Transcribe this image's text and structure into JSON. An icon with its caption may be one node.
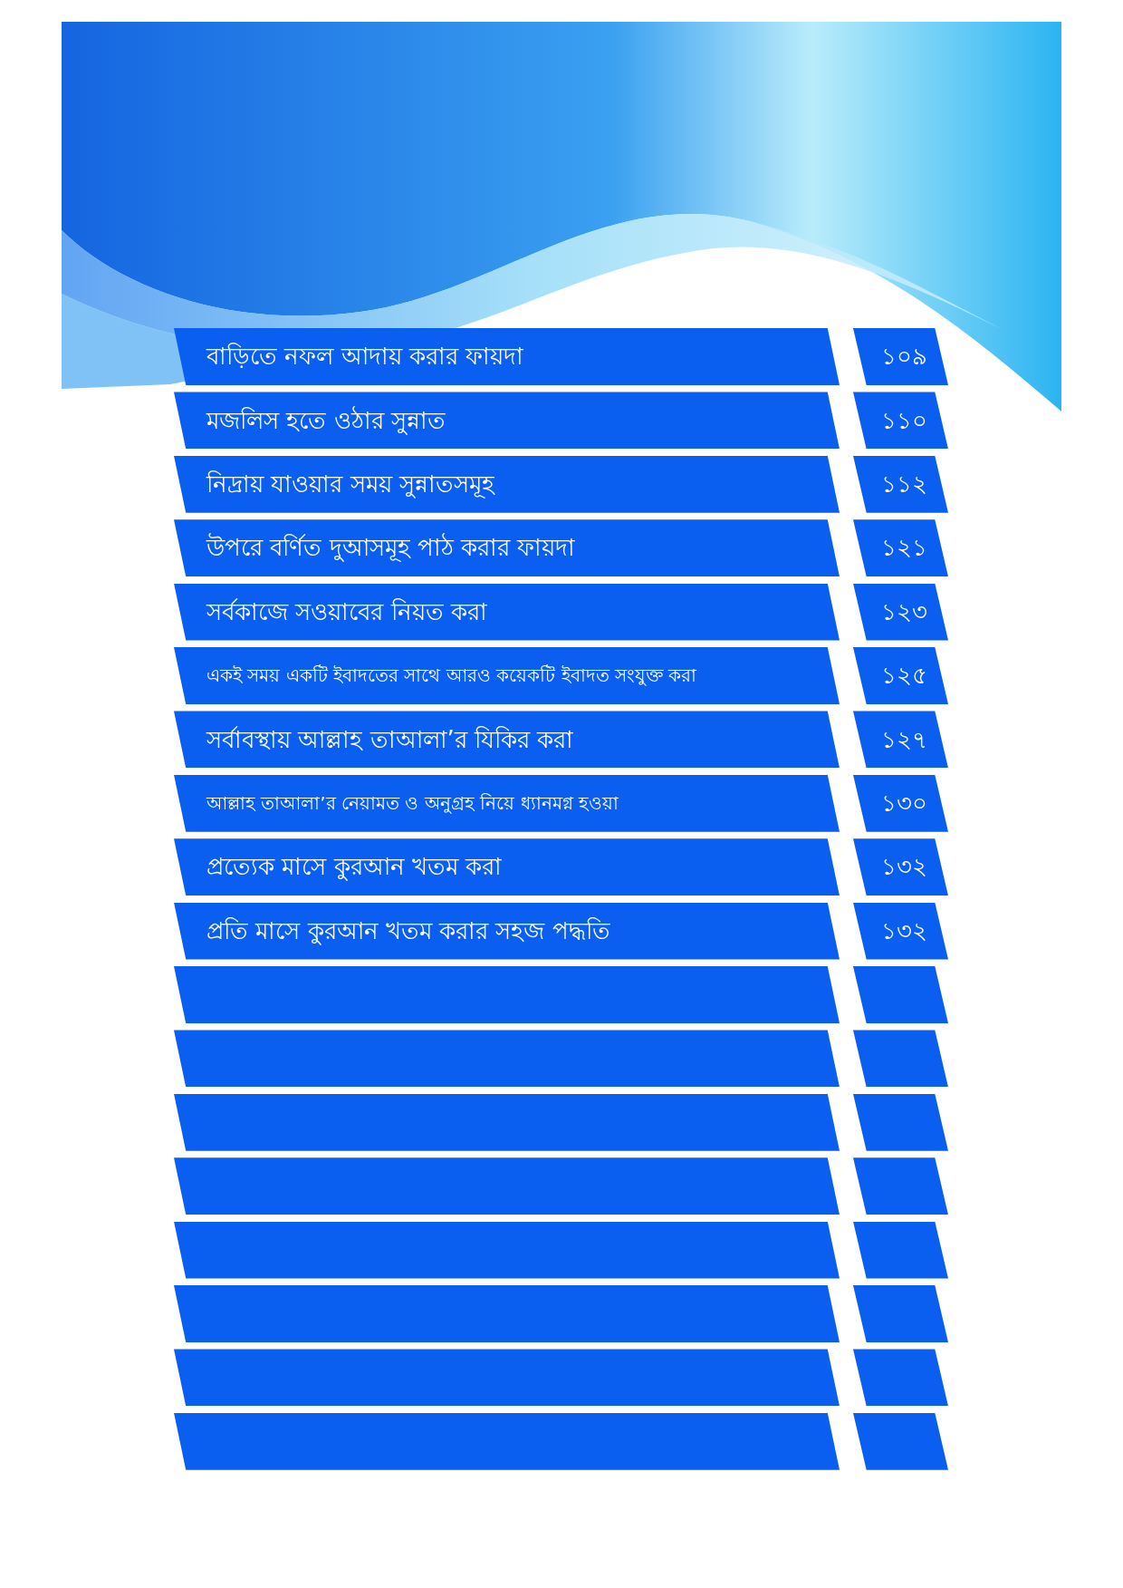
{
  "diagram": {
    "nodes": [
      {
        "text": [
          "বাড়িতে নফল আদায় করার ফায়দা"
        ]
      },
      {
        "text": [
          "১০৯"
        ]
      },
      {
        "text": [
          "মজলিস হতে ওঠার সুন্নাত"
        ]
      },
      {
        "text": [
          "১১০"
        ]
      },
      {
        "text": [
          "নিদ্রায় যাওয়ার সময় সুন্নাতসমূহ"
        ]
      },
      {
        "text": [
          "১১২"
        ]
      },
      {
        "text": [
          "উপরে বর্ণিত দুআসমূহ পাঠ করার ফায়দা"
        ]
      },
      {
        "text": [
          "১২১"
        ]
      },
      {
        "text": [
          "সর্বকাজে সওয়াবের নিয়ত করা"
        ]
      },
      {
        "text": [
          "১২৩"
        ]
      },
      {
        "text": [
          "একই সময় একটি ইবাদতের সাথে আরও কয়েকটি ইবাদত সংযুক্ত করা"
        ]
      },
      {
        "text": [
          "১২৫"
        ]
      },
      {
        "text": [
          "সর্বাবস্থায় আল্লাহ তাআলা’র যিকির করা"
        ]
      },
      {
        "text": [
          "১২৭"
        ]
      },
      {
        "text": [
          "আল্লাহ তাআলা’র নেয়ামত ও অনুগ্রহ নিয়ে ধ্যানমগ্ন হওয়া"
        ]
      },
      {
        "text": [
          "১৩০"
        ]
      },
      {
        "text": [
          "প্রত্যেক মাসে কুরআন খতম করা"
        ]
      },
      {
        "text": [
          "১৩২"
        ]
      },
      {
        "text": [
          "প্রতি মাসে কুরআন খতম করার সহজ পদ্ধতি"
        ]
      },
      {
        "text": [
          "১৩২"
        ]
      },
      {
        "text": [],
        "shape": "parallelogram"
      },
      {
        "text": [],
        "shape": "parallelogram"
      },
      {
        "text": [],
        "shape": "parallelogram"
      },
      {
        "text": [],
        "shape": "parallelogram"
      },
      {
        "text": [],
        "shape": "parallelogram"
      },
      {
        "text": [],
        "shape": "parallelogram"
      },
      {
        "text": [],
        "shape": "parallelogram"
      },
      {
        "text": [],
        "shape": "parallelogram"
      },
      {
        "text": [],
        "shape": "parallelogram"
      },
      {
        "text": [],
        "shape": "parallelogram"
      },
      {
        "text": [],
        "shape": "parallelogram"
      },
      {
        "text": [],
        "shape": "parallelogram"
      },
      {
        "text": [],
        "shape": "parallelogram"
      },
      {
        "text": [],
        "shape": "parallelogram"
      },
      {
        "text": [],
        "shape": "parallelogram"
      },
      {
        "text": [],
        "shape": "parallelogram"
      }
    ]
  }
}
